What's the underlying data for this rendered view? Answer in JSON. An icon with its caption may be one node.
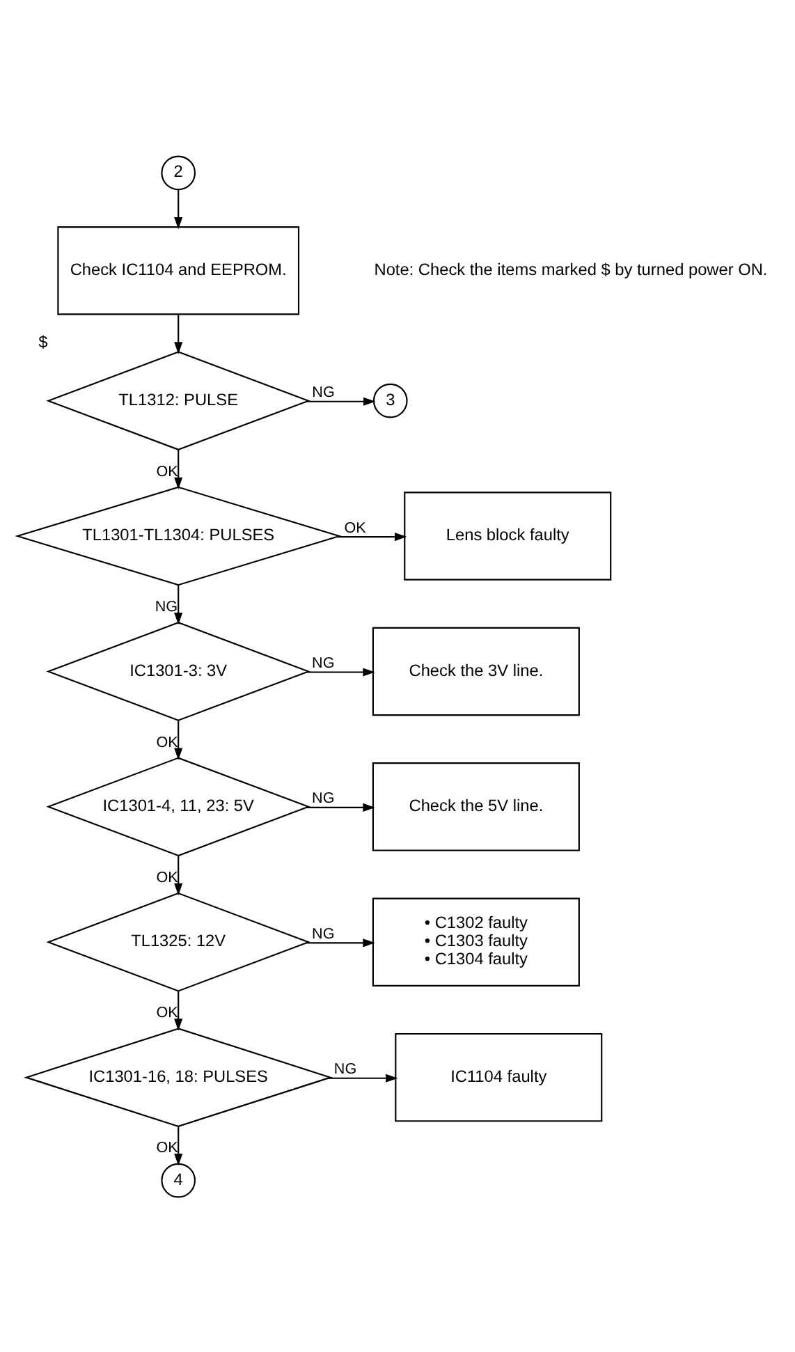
{
  "diagram": {
    "nodes": [
      {
        "text": [
          "2"
        ]
      },
      {
        "text": [
          "Check IC1104 and EEPROM."
        ]
      },
      {
        "text": [
          "TL1312: PULSE"
        ],
        "beside": [
          "$"
        ]
      },
      {
        "text": [
          "3"
        ]
      },
      {
        "text": [
          "TL1301-TL1304: PULSES"
        ]
      },
      {
        "text": [
          "Lens block faulty"
        ]
      },
      {
        "text": [
          "IC1301-3: 3V"
        ]
      },
      {
        "text": [
          "Check the 3V line."
        ]
      },
      {
        "text": [
          "IC1301-4, 11, 23: 5V"
        ]
      },
      {
        "text": [
          "Check the 5V line."
        ]
      },
      {
        "text": [
          "TL1325: 12V"
        ]
      },
      {
        "text": [
          "• C1302 faulty",
          "• C1303 faulty",
          "• C1304 faulty"
        ]
      },
      {
        "text": [
          "IC1301-16, 18: PULSES"
        ]
      },
      {
        "text": [
          "IC1104 faulty"
        ]
      },
      {
        "text": [
          "4"
        ]
      }
    ],
    "edges": [
      {
        "from": 0,
        "to": 1,
        "arrow": "to"
      },
      {
        "from": 1,
        "to": 2,
        "arrow": "to"
      },
      {
        "from": 2,
        "to": 3,
        "arrow": "to",
        "label": "NG"
      },
      {
        "from": 2,
        "to": 4,
        "arrow": "to",
        "label": "OK"
      },
      {
        "from": 4,
        "to": 5,
        "arrow": "to",
        "label": "OK"
      },
      {
        "from": 4,
        "to": 6,
        "arrow": "to",
        "label": "NG"
      },
      {
        "from": 6,
        "to": 7,
        "arrow": "to",
        "label": "NG"
      },
      {
        "from": 6,
        "to": 8,
        "arrow": "to",
        "label": "OK"
      },
      {
        "from": 8,
        "to": 9,
        "arrow": "to",
        "label": "NG"
      },
      {
        "from": 8,
        "to": 10,
        "arrow": "to",
        "label": "OK"
      },
      {
        "from": 10,
        "to": 11,
        "arrow": "to",
        "label": "NG"
      },
      {
        "from": 10,
        "to": 12,
        "arrow": "to",
        "label": "OK"
      },
      {
        "from": 12,
        "to": 13,
        "arrow": "to",
        "label": "NG"
      },
      {
        "from": 12,
        "to": 14,
        "arrow": "to",
        "label": "OK"
      }
    ],
    "labels": [
      "Note: Check the items marked $ by turned power ON."
    ]
  }
}
